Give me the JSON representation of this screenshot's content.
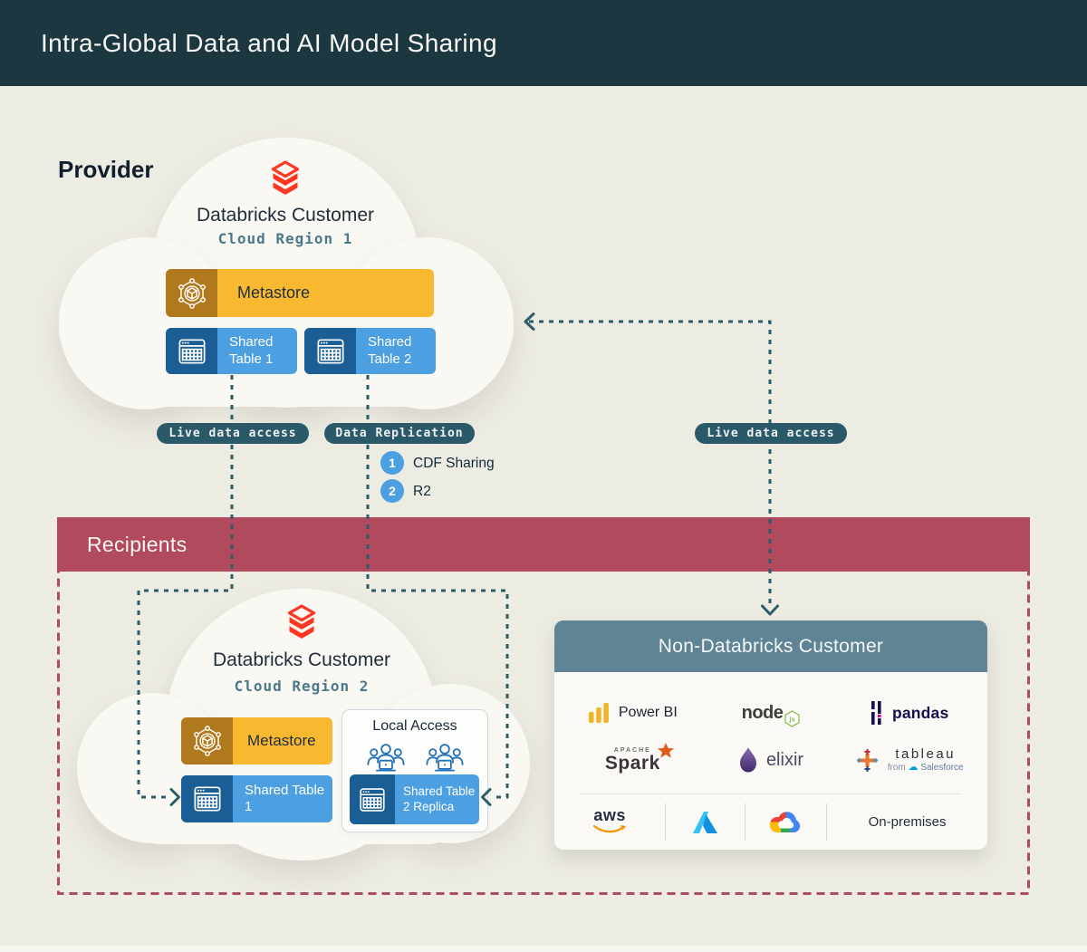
{
  "header": {
    "title": "Intra-Global Data and AI Model Sharing"
  },
  "provider": {
    "label": "Provider",
    "cloud": {
      "customer": "Databricks Customer",
      "region": "Cloud Region 1"
    },
    "metastore_label": "Metastore",
    "shared_table_1": "Shared Table 1",
    "shared_table_2": "Shared Table 2"
  },
  "flows": {
    "live_data_access_left": "Live data access",
    "data_replication": "Data Replication",
    "live_data_access_right": "Live data access",
    "replication_steps": [
      {
        "num": "1",
        "label": "CDF Sharing"
      },
      {
        "num": "2",
        "label": "R2"
      }
    ]
  },
  "recipients": {
    "label": "Recipients",
    "databricks_cloud": {
      "customer": "Databricks Customer",
      "region": "Cloud Region 2",
      "metastore_label": "Metastore",
      "shared_table_1": "Shared Table 1",
      "local_access_title": "Local Access",
      "shared_table_2_replica": "Shared Table 2 Replica"
    },
    "non_databricks": {
      "title": "Non-Databricks Customer",
      "tools": [
        {
          "name": "Power BI"
        },
        {
          "name": "node",
          "badge": "js"
        },
        {
          "name": "pandas"
        },
        {
          "name": "Spark",
          "superscript": "APACHE"
        },
        {
          "name": "elixir"
        },
        {
          "name": "tableau",
          "subtext_from": "from",
          "subtext_brand": "Salesforce"
        }
      ],
      "platforms": [
        {
          "name": "aws"
        },
        {
          "name": "Azure"
        },
        {
          "name": "Google Cloud"
        },
        {
          "name": "On-premises"
        }
      ]
    }
  },
  "icons": {
    "databricks_logo": "databricks-stacked-logo",
    "metastore": "metastore-hexagon-network-icon",
    "shared_table": "table-grid-icon",
    "local_access": "users-at-laptop-icon",
    "tools": [
      "power-bi-logo",
      "nodejs-logo",
      "pandas-logo",
      "apache-spark-logo",
      "elixir-logo",
      "tableau-logo"
    ],
    "platforms": [
      "aws-logo",
      "azure-logo",
      "google-cloud-logo"
    ]
  },
  "colors": {
    "header_bg": "#1d3741",
    "page_bg": "#edece3",
    "cloud": "#faf8f3",
    "databricks_red": "#ff3621",
    "metastore_yellow": "#f8b931",
    "metastore_brown": "#b1791d",
    "table_blue": "#4c9fe1",
    "table_blue_dark": "#1a5e95",
    "connector_teal": "#2c5b6a",
    "recipients_maroon": "#b24a5e",
    "non_databricks_slate": "#5e8495"
  }
}
